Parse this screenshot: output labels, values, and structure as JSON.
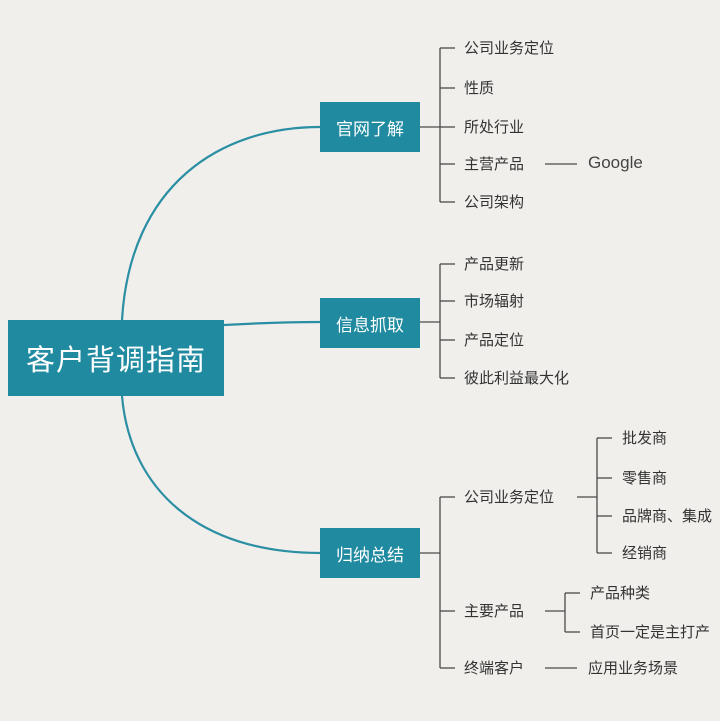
{
  "root": {
    "label": "客户背调指南"
  },
  "branches": [
    {
      "label": "官网了解",
      "items": [
        "公司业务定位",
        "性质",
        "所处行业",
        "主营产品",
        "公司架构"
      ],
      "extra": "Google"
    },
    {
      "label": "信息抓取",
      "items": [
        "产品更新",
        "市场辐射",
        "产品定位",
        "彼此利益最大化"
      ]
    },
    {
      "label": "归纳总结",
      "items": [
        "公司业务定位",
        "主要产品",
        "终端客户"
      ],
      "sub1": [
        "批发商",
        "零售商",
        "品牌商、集成",
        "经销商"
      ],
      "sub2": [
        "产品种类",
        "首页一定是主打产"
      ],
      "sub3": [
        "应用业务场景"
      ]
    }
  ],
  "colors": {
    "box": "#1f8aa0",
    "connector": "#2b8fa3",
    "tree_line": "#4a4a4a",
    "background": "#f0efec"
  }
}
